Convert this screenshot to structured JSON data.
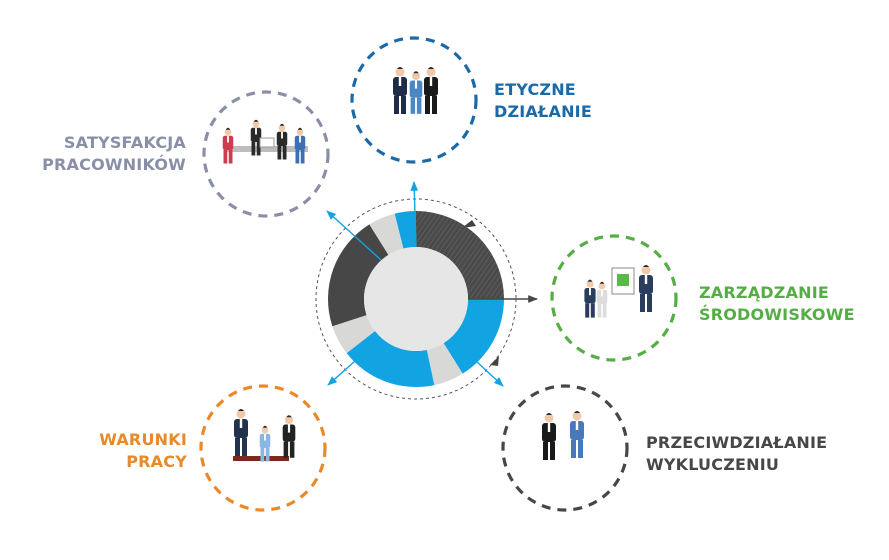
{
  "colors": {
    "blue_dark": "#1b6aa8",
    "gray_blue": "#8a8fa8",
    "green": "#55ad45",
    "orange": "#e8892a",
    "dark": "#474747",
    "cyan": "#12a3e3",
    "light_gray": "#d8d8d6",
    "center": "#e6e6e6"
  },
  "nodes": [
    {
      "id": "etyczne",
      "lines": [
        "ETYCZNE",
        "DZIAŁANIE"
      ],
      "color": "#1b6aa8",
      "icon": "business-people-standing-icon"
    },
    {
      "id": "satysfakcja",
      "lines": [
        "SATYSFAKCJA",
        "PRACOWNIKÓW"
      ],
      "color": "#8a8fa8",
      "icon": "meeting-table-icon"
    },
    {
      "id": "zarzadzanie",
      "lines": [
        "ZARZĄDZANIE",
        "ŚRODOWISKOWE"
      ],
      "color": "#55ad45",
      "icon": "presentation-icon"
    },
    {
      "id": "warunki",
      "lines": [
        "WARUNKI",
        "PRACY"
      ],
      "color": "#e8892a",
      "icon": "workers-at-desk-icon"
    },
    {
      "id": "przeciwdzialanie",
      "lines": [
        "PRZECIWDZIAŁANIE",
        "WYKLUCZENIU"
      ],
      "color": "#474747",
      "icon": "two-women-icon"
    }
  ]
}
